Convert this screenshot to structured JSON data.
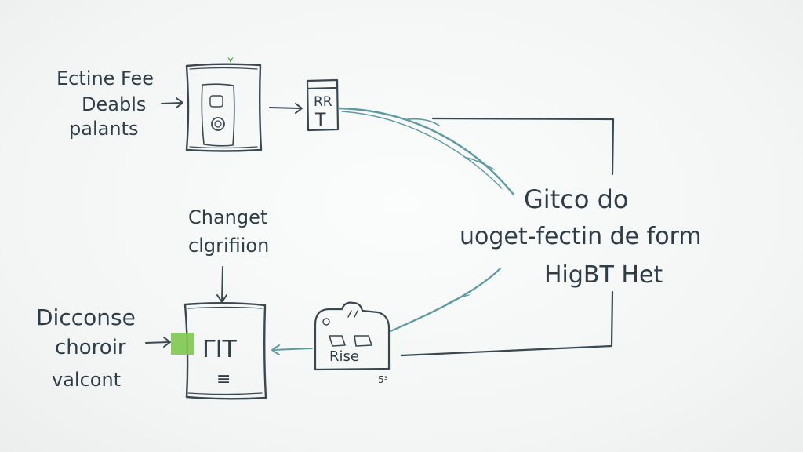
{
  "labels": {
    "top_left": [
      "Ectine Fee",
      "Deabls",
      "palants"
    ],
    "mid_box": [
      "RR",
      "T"
    ],
    "right_block": [
      "Gitco do",
      "uoget-fectin de form",
      "HigBT Het"
    ],
    "center_note": [
      "Changet",
      "clgrifiion"
    ],
    "bottom_left": [
      "Dicconse",
      "choroir",
      "valcont"
    ],
    "bottom_box": [
      "ΓIT",
      "≡"
    ],
    "camera": [
      "Rise"
    ],
    "camera_note": "5³"
  },
  "colors": {
    "ink": "#3a4852",
    "teal": "#5f9aa3",
    "green_marker": "#7ec850"
  }
}
